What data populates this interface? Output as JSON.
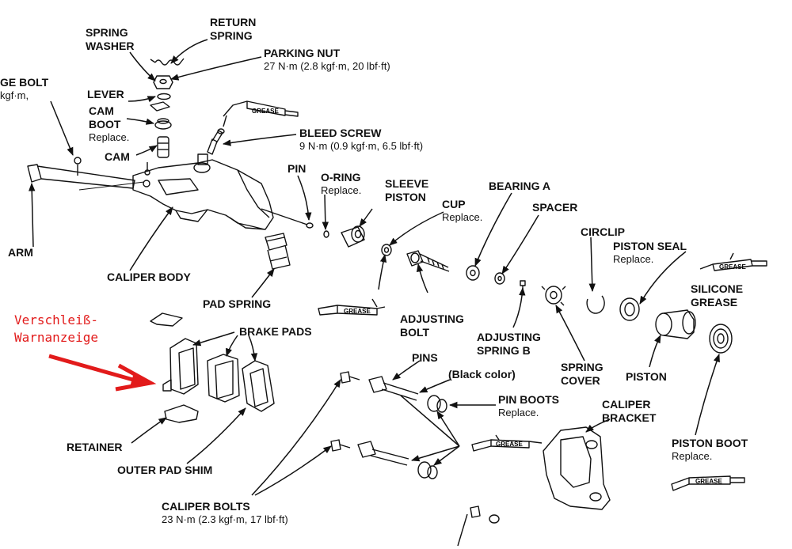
{
  "labels": {
    "return_spring": [
      "RETURN",
      "SPRING"
    ],
    "spring_washer": [
      "SPRING",
      "WASHER"
    ],
    "parking_nut": "PARKING NUT",
    "parking_nut_torque": "27 N·m (2.8 kgf·m, 20 lbf·ft)",
    "ge_bolt": "GE BOLT",
    "ge_bolt_torque": "kgf·m,",
    "lever": "LEVER",
    "cam_boot": [
      "CAM",
      "BOOT"
    ],
    "cam_boot_note": "Replace.",
    "cam": "CAM",
    "bleed_screw": "BLEED SCREW",
    "bleed_screw_torque": "9 N·m (0.9 kgf·m, 6.5 lbf·ft)",
    "pin": "PIN",
    "o_ring": "O-RING",
    "o_ring_note": "Replace.",
    "sleeve_piston": [
      "SLEEVE",
      "PISTON"
    ],
    "cup": "CUP",
    "cup_note": "Replace.",
    "bearing_a": "BEARING A",
    "spacer": "SPACER",
    "circlip": "CIRCLIP",
    "piston_seal": "PISTON SEAL",
    "piston_seal_note": "Replace.",
    "silicone_grease": [
      "SILICONE",
      "GREASE"
    ],
    "arm": "ARM",
    "caliper_body": "CALIPER BODY",
    "pad_spring": "PAD SPRING",
    "adjusting_bolt": [
      "ADJUSTING",
      "BOLT"
    ],
    "adjusting_spring_b": [
      "ADJUSTING",
      "SPRING B"
    ],
    "spring_cover": [
      "SPRING",
      "COVER"
    ],
    "piston": "PISTON",
    "brake_pads": "BRAKE PADS",
    "pins": "PINS",
    "black_color": "(Black color)",
    "pin_boots": "PIN BOOTS",
    "pin_boots_note": "Replace.",
    "caliper_bracket": [
      "CALIPER",
      "BRACKET"
    ],
    "piston_boot": "PISTON BOOT",
    "piston_boot_note": "Replace.",
    "retainer": "RETAINER",
    "outer_pad_shim": "OUTER PAD SHIM",
    "caliper_bolts": "CALIPER BOLTS",
    "caliper_bolts_torque": "23 N·m (2.3 kgf·m, 17 lbf·ft)"
  },
  "annotation": {
    "text": [
      "Verschleiß-",
      "Warnanzeige"
    ],
    "color": "#e21b1b"
  },
  "grease_tag": "GREASE",
  "colors": {
    "ink": "#111111",
    "annotation": "#e21b1b"
  }
}
